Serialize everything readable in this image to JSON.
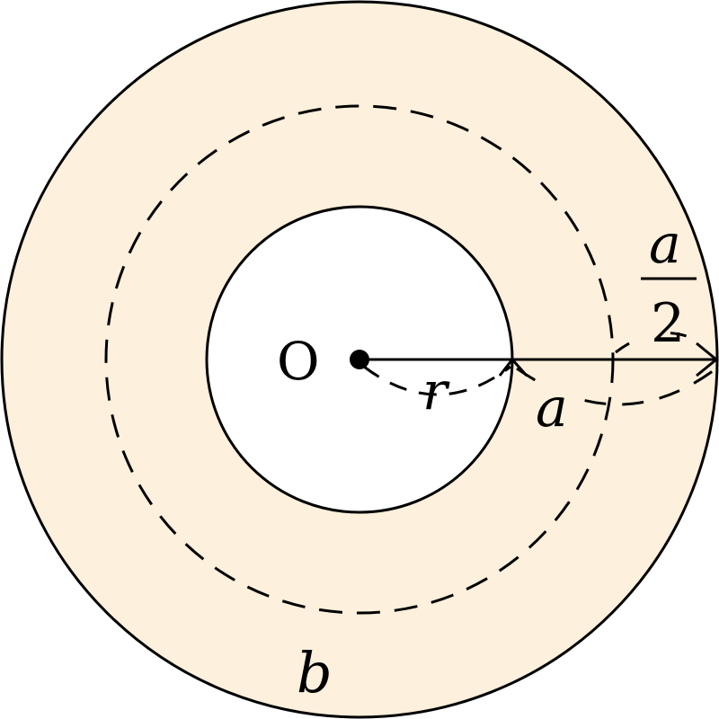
{
  "labels": {
    "center": "O",
    "inner_radius": "r",
    "width": "a",
    "half_width_numerator": "a",
    "half_width_denominator": "2",
    "mid_circle": "b"
  },
  "colors": {
    "annulus_fill": "#fdf0dc",
    "stroke": "#000000"
  }
}
